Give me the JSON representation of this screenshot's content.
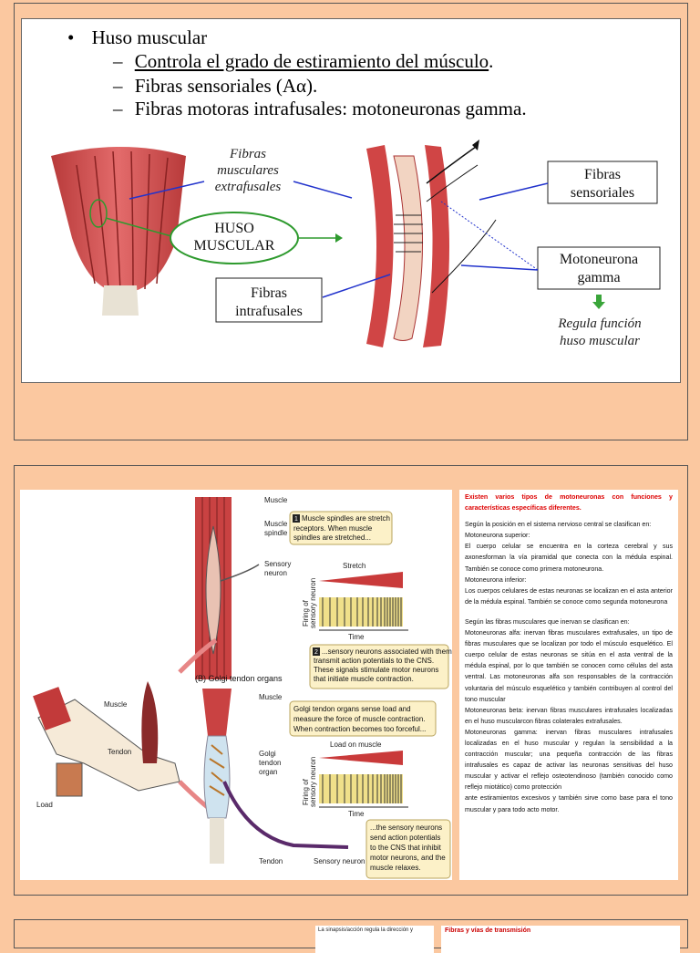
{
  "slide1": {
    "bullet": "•",
    "title": "Huso muscular",
    "items": [
      "Controla el grado de estiramiento del músculo",
      "Fibras sensoriales (Aα).",
      "Fibras motoras intrafusales: motoneuronas gamma."
    ],
    "dash": "–",
    "period": ".",
    "diagram": {
      "extrafusal_label": [
        "Fibras",
        "musculares",
        "extrafusales"
      ],
      "huso_label": [
        "HUSO",
        "MUSCULAR"
      ],
      "intrafusal_label": [
        "Fibras",
        "intrafusales"
      ],
      "sensorial_label": [
        "Fibras",
        "sensoriales"
      ],
      "gamma_label": [
        "Motoneurona",
        "gamma"
      ],
      "regula_label": [
        "Regula función",
        "huso muscular"
      ]
    }
  },
  "slide2": {
    "figure": {
      "muscle": "Muscle",
      "muscle_spindle": [
        "Muscle",
        "spindle"
      ],
      "sensory_neuron": [
        "Sensory",
        "neuron"
      ],
      "note1": [
        "Muscle spindles are stretch",
        "receptors. When muscle",
        "spindles are stretched..."
      ],
      "stretch": "Stretch",
      "firing": [
        "Firing of",
        "sensory neuron"
      ],
      "time": "Time",
      "note2": [
        "...sensory neurons associated with them",
        "transmit action potentials to the CNS.",
        "These signals stimulate motor neurons",
        "that initiate muscle contraction."
      ],
      "golgi_title": "(B)  Golgi tendon organs",
      "muscle_left": "Muscle",
      "tendon_left": "Tendon",
      "load": "Load",
      "muscle2": "Muscle",
      "golgi_organ": [
        "Golgi",
        "tendon",
        "organ"
      ],
      "note3": [
        "Golgi tendon organs sense load and",
        "measure the force of muscle contraction.",
        "When contraction becomes too forceful..."
      ],
      "load_on_muscle": "Load on muscle",
      "time2": "Time",
      "note4": [
        "...the sensory neurons",
        "send action potentials",
        "to the CNS that inhibit",
        "motor neurons, and the",
        "muscle relaxes."
      ],
      "tendon2": "Tendon",
      "sensory_neuron2": "Sensory neuron",
      "num1": "1",
      "num2": "2"
    },
    "text": {
      "heading": "Existen varios tipos de motoneuronas con funciones y características específicas diferentes.",
      "p1": "Según la posición en el sistema nervioso central se clasifican en:",
      "p2": "Motoneurona superior:",
      "p3": "El cuerpo celular se encuentra en la corteza cerebral y sus axonesforman la vía piramidal que conecta con la médula espinal. También se conoce como primera motoneurona.",
      "p4": "Motoneurona inferior:",
      "p5": "Los cuerpos celulares de estas neuronas se localizan en el asta anterior de la médula espinal. También se conoce como segunda motoneurona",
      "p6": "Según las fibras musculares que inervan se clasifican en:",
      "p7": "Motoneuronas alfa: inervan fibras musculares extrafusales, un tipo de fibras musculares que se localizan por todo el músculo esquelético. El cuerpo celular de estas neuronas se sitúa en el asta ventral de la médula espinal, por lo que también se conocen como células del asta ventral. Las motoneuronas alfa son responsables de la contracción voluntaria del músculo esquelético y también contribuyen al control del tono muscular",
      "p8": "Motoneuronas beta: inervan fibras musculares intrafusales localizadas en el huso muscularcon fibras colaterales extrafusales.",
      "p9": "Motoneuronas gamma: inervan fibras musculares intrafusales localizadas en el huso muscular y regulan la sensibilidad a la contracción muscular; una pequeña contracción de las fibras intrafusales es capaz de activar las neuronas sensitivas del huso muscular y activar el reflejo osteotendinoso (también conocido como reflejo miotático) como protección",
      "p10": "ante estiramientos excesivos y también sirve como base para el tono muscular y para todo acto motor."
    }
  },
  "slide3": {
    "left_text": "La sinapsis/acción regula la dirección y",
    "right_title": "Fibras y vías de transmisión"
  }
}
